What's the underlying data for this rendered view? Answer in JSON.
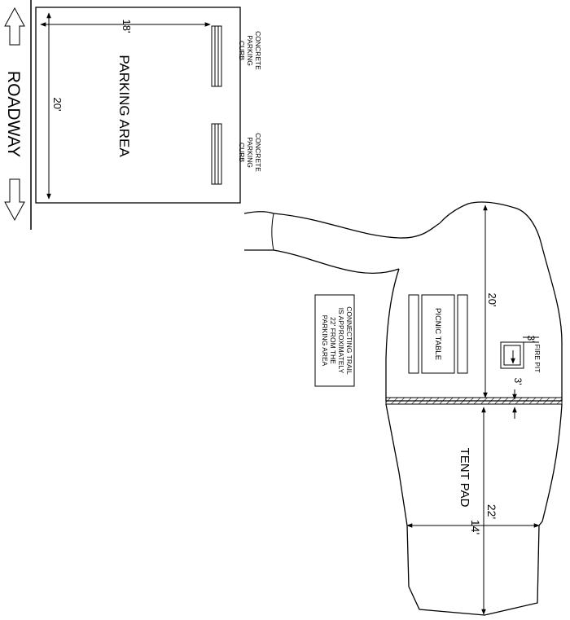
{
  "labels": {
    "roadway": "ROADWAY",
    "parking_area": "PARKING AREA",
    "parking_width": "18'",
    "parking_length": "20'",
    "curb_top": [
      "CONCRETE",
      "PARKING",
      "CURB"
    ],
    "curb_bottom": [
      "CONCRETE",
      "PARKING",
      "CURB"
    ],
    "trail_note": [
      "CONNECTING TRAIL",
      "IS APPROXIMATELY",
      "22' FROM THE",
      "PARKING AREA"
    ],
    "picnic_table": "PICNIC TABLE",
    "fire_pit": "FIRE PIT",
    "fire_pit_dim_a": "3'",
    "fire_pit_dim_b": "3'",
    "site_length": "20'",
    "tent_pad": "TENT PAD",
    "tent_length": "22'",
    "tent_width": "14'"
  }
}
